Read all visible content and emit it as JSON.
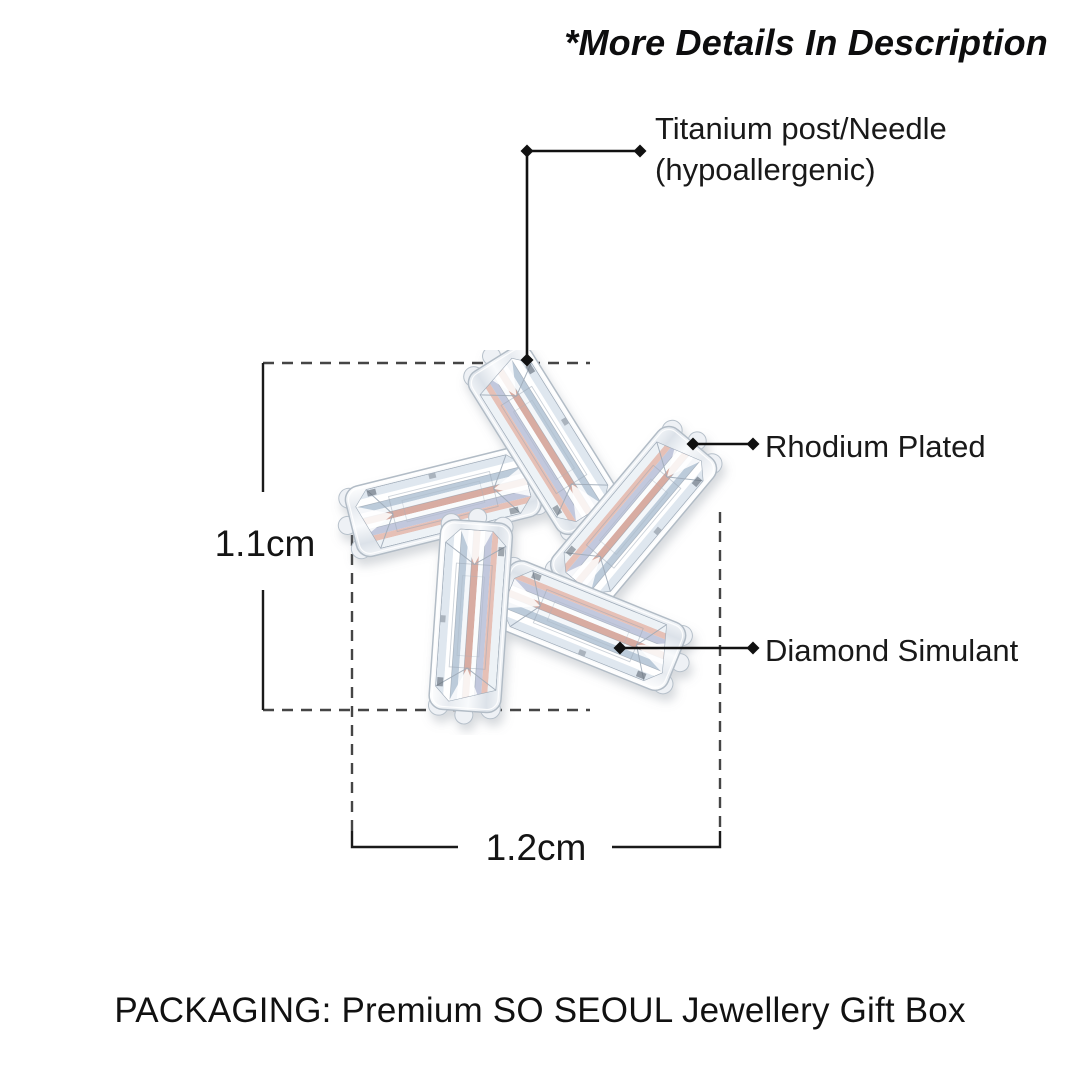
{
  "note": "*More Details In Description",
  "annotations": {
    "titanium": {
      "line1": "Titanium post/Needle",
      "line2": "(hypoallergenic)"
    },
    "rhodium": {
      "label": "Rhodium Plated"
    },
    "simulant": {
      "label": "Diamond Simulant"
    }
  },
  "dimensions": {
    "height": "1.1cm",
    "width": "1.2cm"
  },
  "packaging": "PACKAGING: Premium SO SEOUL Jewellery Gift Box",
  "product": {
    "illustration": "pinwheel-baguette-stud-earring",
    "crystal_count": 5
  },
  "colors": {
    "text": "#141414",
    "guide_dash": "#454545",
    "connector": "#111111",
    "metal_edge": "#b2bcc6",
    "metal_face": "#eef1f5",
    "stripe_blue": "#bccbda",
    "stripe_pink": "#d8aca2",
    "stripe_lavender": "#c2c8dd",
    "crystal_white": "#f0f4f8"
  },
  "icons": {
    "connector_dot": "diamond-marker"
  }
}
